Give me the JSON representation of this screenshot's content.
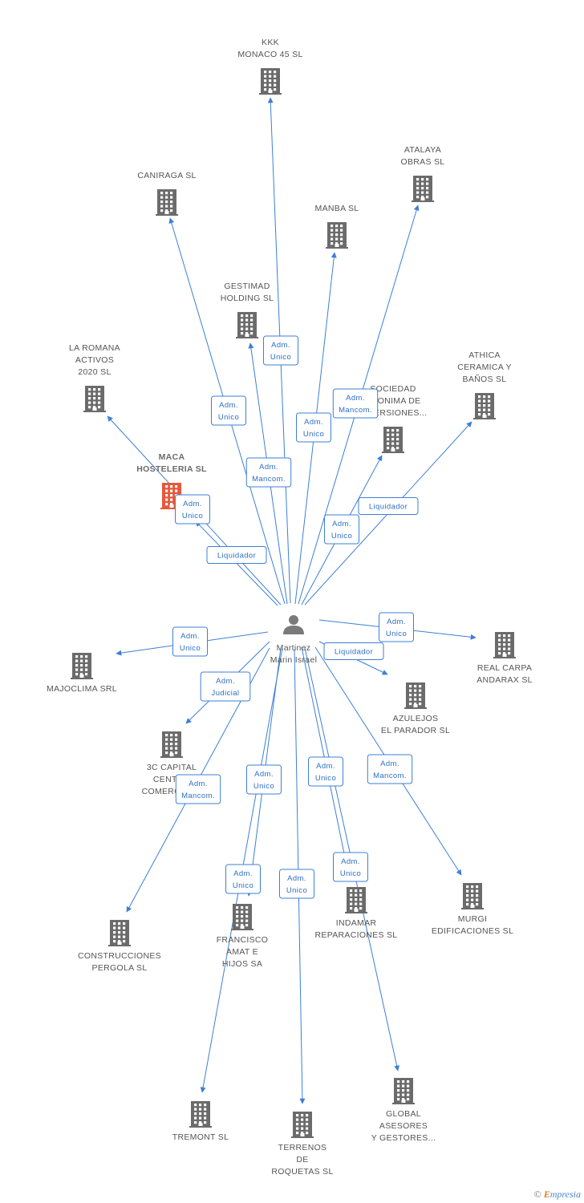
{
  "center_person": {
    "label_lines": [
      "Martinez",
      "Marin Israel"
    ],
    "icon": "person-icon"
  },
  "companies": [
    {
      "id": "kkk",
      "lines": [
        "KKK",
        "MONACO 45 SL"
      ],
      "highlight": false
    },
    {
      "id": "caniraga",
      "lines": [
        "CANIRAGA SL"
      ],
      "highlight": false
    },
    {
      "id": "atalaya",
      "lines": [
        "ATALAYA",
        "OBRAS SL"
      ],
      "highlight": false
    },
    {
      "id": "manba",
      "lines": [
        "MANBA SL"
      ],
      "highlight": false
    },
    {
      "id": "gestimad",
      "lines": [
        "GESTIMAD",
        "HOLDING SL"
      ],
      "highlight": false
    },
    {
      "id": "laromana",
      "lines": [
        "LA ROMANA",
        "ACTIVOS",
        "2020 SL"
      ],
      "highlight": false
    },
    {
      "id": "sociedad",
      "lines": [
        "SOCIEDAD",
        "ANONIMA DE",
        "INVERSIONES..."
      ],
      "highlight": false
    },
    {
      "id": "athica",
      "lines": [
        "ATHICA",
        "CERAMICA Y",
        "BAÑOS SL"
      ],
      "highlight": false
    },
    {
      "id": "maca",
      "lines": [
        "MACA",
        "HOSTELERIA SL"
      ],
      "highlight": true
    },
    {
      "id": "realcarpa",
      "lines": [
        "REAL CARPA",
        "ANDARAX SL"
      ],
      "highlight": false
    },
    {
      "id": "majoclima",
      "lines": [
        "MAJOCLIMA SRL"
      ],
      "highlight": false
    },
    {
      "id": "azulejos",
      "lines": [
        "AZULEJOS",
        "EL PARADOR SL"
      ],
      "highlight": false
    },
    {
      "id": "3c",
      "lines": [
        "3C CAPITAL",
        "CENTRO",
        "COMERCIAL..."
      ],
      "highlight": false
    },
    {
      "id": "construcciones",
      "lines": [
        "CONSTRUCCIONES",
        "PERGOLA SL"
      ],
      "highlight": false
    },
    {
      "id": "francisco",
      "lines": [
        "FRANCISCO",
        "AMAT E",
        "HIJOS SA"
      ],
      "highlight": false
    },
    {
      "id": "indamar",
      "lines": [
        "INDAMAR",
        "REPARACIONES SL"
      ],
      "highlight": false
    },
    {
      "id": "murgi",
      "lines": [
        "MURGI",
        "EDIFICACIONES SL"
      ],
      "highlight": false
    },
    {
      "id": "tremont",
      "lines": [
        "TREMONT SL"
      ],
      "highlight": false
    },
    {
      "id": "terrenos",
      "lines": [
        "TERRENOS",
        "DE",
        "ROQUETAS SL"
      ],
      "highlight": false
    },
    {
      "id": "global",
      "lines": [
        "GLOBAL",
        "ASESORES",
        "Y GESTORES..."
      ],
      "highlight": false
    }
  ],
  "relations": [
    {
      "target": "kkk",
      "label_lines": [
        "Adm.",
        "Unico"
      ]
    },
    {
      "target": "caniraga",
      "label_lines": [
        "Adm.",
        "Unico"
      ]
    },
    {
      "target": "atalaya",
      "label_lines": [
        "Adm.",
        "Mancom."
      ]
    },
    {
      "target": "manba",
      "label_lines": [
        "Adm.",
        "Unico"
      ]
    },
    {
      "target": "gestimad",
      "label_lines": [
        "Adm.",
        "Mancom."
      ]
    },
    {
      "target": "laromana",
      "label_lines": [
        "Adm.",
        "Unico"
      ]
    },
    {
      "target": "sociedad",
      "label_lines": [
        "Adm.",
        "Unico"
      ]
    },
    {
      "target": "athica",
      "label_lines": [
        "Liquidador"
      ]
    },
    {
      "target": "maca",
      "label_lines": [
        "Liquidador"
      ]
    },
    {
      "target": "realcarpa",
      "label_lines": [
        "Adm.",
        "Unico"
      ]
    },
    {
      "target": "majoclima",
      "label_lines": [
        "Adm.",
        "Unico"
      ]
    },
    {
      "target": "azulejos",
      "label_lines": [
        "Liquidador"
      ]
    },
    {
      "target": "3c",
      "label_lines": [
        "Adm.",
        "Judicial"
      ]
    },
    {
      "target": "construcciones",
      "label_lines": [
        "Adm.",
        "Mancom."
      ]
    },
    {
      "target": "francisco",
      "label_lines": [
        "Adm.",
        "Unico"
      ]
    },
    {
      "target": "indamar",
      "label_lines": [
        "Adm.",
        "Unico"
      ]
    },
    {
      "target": "murgi",
      "label_lines": [
        "Adm.",
        "Mancom."
      ]
    },
    {
      "target": "tremont",
      "label_lines": [
        "Adm.",
        "Unico"
      ]
    },
    {
      "target": "terrenos",
      "label_lines": [
        "Adm.",
        "Unico"
      ]
    },
    {
      "target": "global",
      "label_lines": [
        "Adm.",
        "Unico"
      ]
    }
  ],
  "colors": {
    "edge": "#3d7fd6",
    "building": "#6b6b6b",
    "highlight": "#e8583a",
    "person": "#7a7a7a"
  },
  "footer": {
    "copyright": "©",
    "e_letter": "E",
    "brand_rest": "mpresia"
  }
}
